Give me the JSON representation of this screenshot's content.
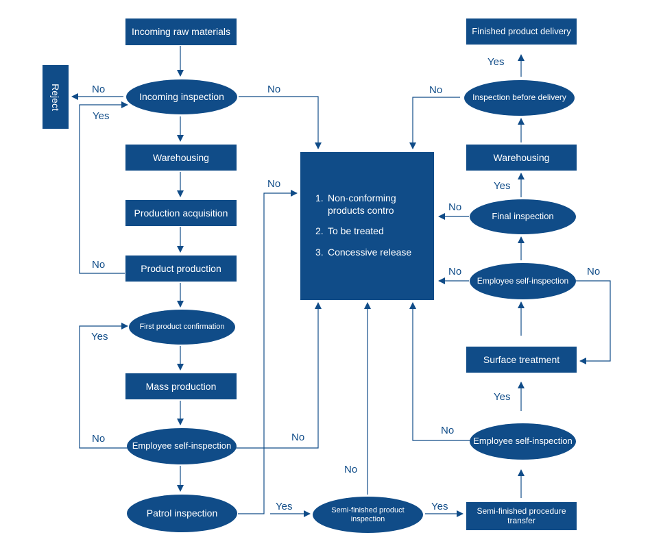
{
  "colors": {
    "primary": "#104c88",
    "text_on_primary": "#ffffff"
  },
  "nodes": {
    "incoming_raw_materials": "Incoming raw materials",
    "incoming_inspection": "Incoming inspection",
    "reject": "Reject",
    "warehousing_left": "Warehousing",
    "production_acquisition": "Production acquisition",
    "product_production": "Product production",
    "first_product_confirmation": "First product confirmation",
    "mass_production": "Mass production",
    "employee_self_inspection_left": "Employee self-inspection",
    "patrol_inspection": "Patrol inspection",
    "semi_finished_product_inspection": "Semi-finished product inspection",
    "semi_finished_procedure_transfer": "Semi-finished procedure transfer",
    "employee_self_inspection_right_bottom": "Employee self-inspection",
    "surface_treatment": "Surface treatment",
    "employee_self_inspection_right_top": "Employee self-inspection",
    "final_inspection": "Final inspection",
    "warehousing_right": "Warehousing",
    "inspection_before_delivery": "Inspection before delivery",
    "finished_product_delivery": "Finished product delivery"
  },
  "center_box": {
    "items": [
      {
        "num": "1.",
        "text": "Non-conforming products contro"
      },
      {
        "num": "2.",
        "text": "To be treated"
      },
      {
        "num": "3.",
        "text": "Concessive release"
      }
    ]
  },
  "edge_labels": {
    "no_incoming_reject": "No",
    "yes_incoming_back": "Yes",
    "no_incoming_center": "No",
    "no_product_production": "No",
    "yes_first_product": "Yes",
    "no_employee_left": "No",
    "no_employee_left_center": "No",
    "no_patrol_center": "No",
    "yes_patrol": "Yes",
    "no_semi_finished": "No",
    "yes_semi_finished": "Yes",
    "no_employee_right_bottom": "No",
    "yes_surface": "Yes",
    "no_employee_right_top": "No",
    "no_employee_right_top_surface": "No",
    "no_final": "No",
    "yes_final": "Yes",
    "no_delivery": "No",
    "yes_delivery": "Yes"
  }
}
